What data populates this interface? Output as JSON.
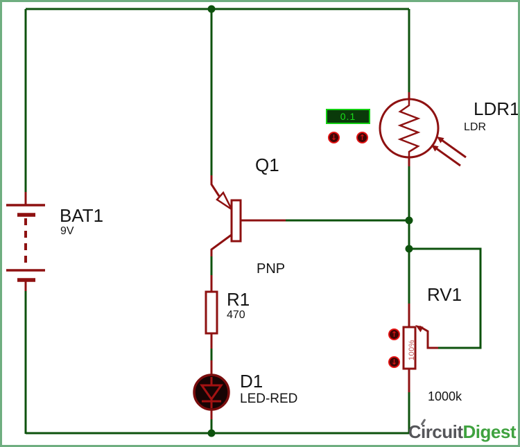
{
  "colors": {
    "wire_green": "#0d520d",
    "component_red": "#8e1111",
    "label_black": "#141414",
    "display_border": "#12cf12",
    "display_bg": "#0a3a0a",
    "display_text": "#1ae01a",
    "button_red": "#e31414",
    "page_border": "#6fae80",
    "logo_gray": "#55565a",
    "logo_green": "#3fa23f"
  },
  "components": {
    "bat1": {
      "ref": "BAT1",
      "value": "9V"
    },
    "q1": {
      "ref": "Q1",
      "value": "PNP"
    },
    "r1": {
      "ref": "R1",
      "value": "470"
    },
    "d1": {
      "ref": "D1",
      "value": "LED-RED"
    },
    "ldr1": {
      "ref": "LDR1",
      "value": "LDR"
    },
    "rv1": {
      "ref": "RV1",
      "value": "1000k",
      "wiper_position": "100%"
    }
  },
  "ldr_control": {
    "display_value": "0.1",
    "decrease_label": "↓",
    "increase_label": "↑"
  },
  "rv1_control": {
    "increase_label": "↑",
    "decrease_label": "↓"
  },
  "logo": {
    "text_primary": "Circuit",
    "text_secondary": "Digest"
  }
}
